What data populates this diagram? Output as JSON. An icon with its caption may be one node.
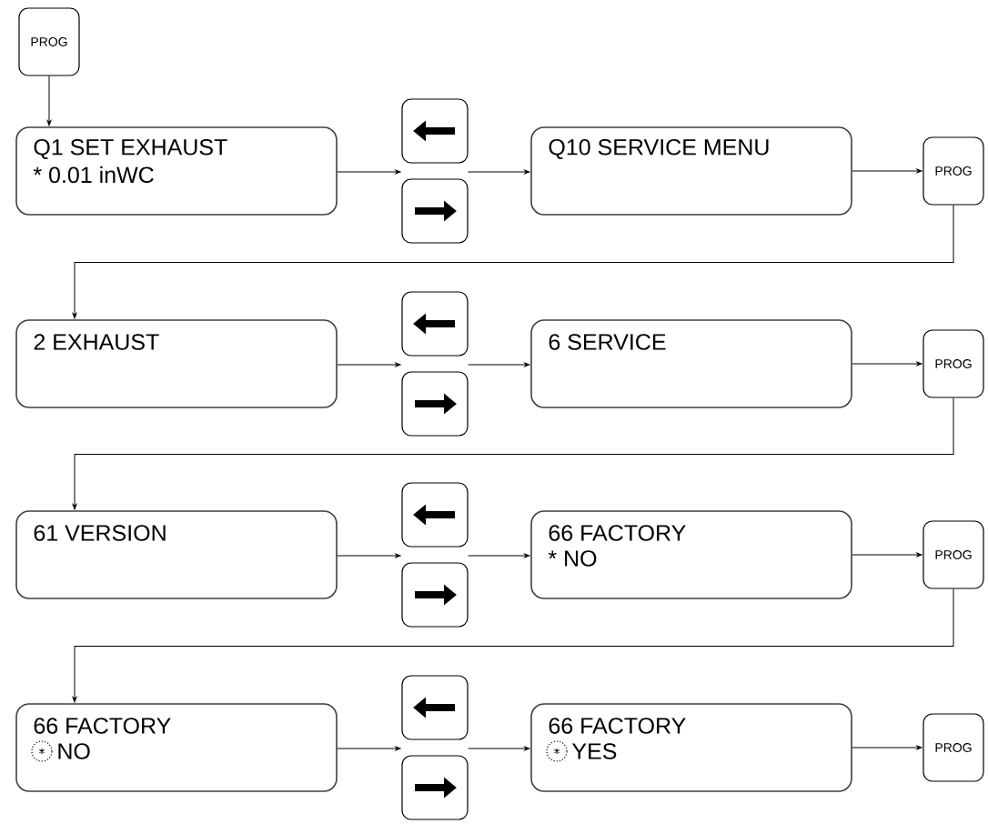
{
  "diagram": {
    "nodes": [
      {
        "text": [
          "PROG"
        ]
      },
      {
        "text": [
          "Q1 SET EXHAUST",
          "* 0.01 inWC"
        ]
      },
      {
        "text": [],
        "shape": "box"
      },
      {
        "text": [],
        "shape": "box"
      },
      {
        "text": [
          "Q10 SERVICE MENU"
        ]
      },
      {
        "text": [
          "PROG"
        ]
      },
      {
        "text": [
          "2 EXHAUST"
        ]
      },
      {
        "text": [],
        "shape": "box"
      },
      {
        "text": [],
        "shape": "box"
      },
      {
        "text": [
          "6 SERVICE"
        ]
      },
      {
        "text": [
          "PROG"
        ]
      },
      {
        "text": [
          "61 VERSION"
        ]
      },
      {
        "text": [],
        "shape": "box"
      },
      {
        "text": [],
        "shape": "box"
      },
      {
        "text": [
          "66 FACTORY",
          "* NO"
        ]
      },
      {
        "text": [
          "PROG"
        ]
      },
      {
        "text": [
          "66 FACTORY",
          "NO"
        ]
      },
      {
        "text": [],
        "shape": "box"
      },
      {
        "text": [],
        "shape": "box"
      },
      {
        "text": [
          "66 FACTORY",
          "YES"
        ]
      },
      {
        "text": [
          "PROG"
        ]
      }
    ],
    "edges": [
      {
        "from": 0,
        "to": 1,
        "arrow": "to"
      },
      {
        "from": 1,
        "to": 3,
        "arrow": "to"
      },
      {
        "from": 3,
        "to": 4,
        "arrow": "to"
      },
      {
        "from": 4,
        "to": 5,
        "arrow": "to"
      },
      {
        "from": 5,
        "to": 6,
        "arrow": "to"
      },
      {
        "from": 6,
        "to": 8,
        "arrow": "to"
      },
      {
        "from": 8,
        "to": 9,
        "arrow": "to"
      },
      {
        "from": 9,
        "to": 10,
        "arrow": "to"
      },
      {
        "from": 10,
        "to": 11,
        "arrow": "to"
      },
      {
        "from": 11,
        "to": 13,
        "arrow": "to"
      },
      {
        "from": 13,
        "to": 14,
        "arrow": "to"
      },
      {
        "from": 14,
        "to": 15,
        "arrow": "to"
      },
      {
        "from": 15,
        "to": 16,
        "arrow": "to"
      },
      {
        "from": 16,
        "to": 18,
        "arrow": "to"
      },
      {
        "from": 18,
        "to": 19,
        "arrow": "to"
      },
      {
        "from": 19,
        "to": 20,
        "arrow": "to"
      }
    ]
  }
}
